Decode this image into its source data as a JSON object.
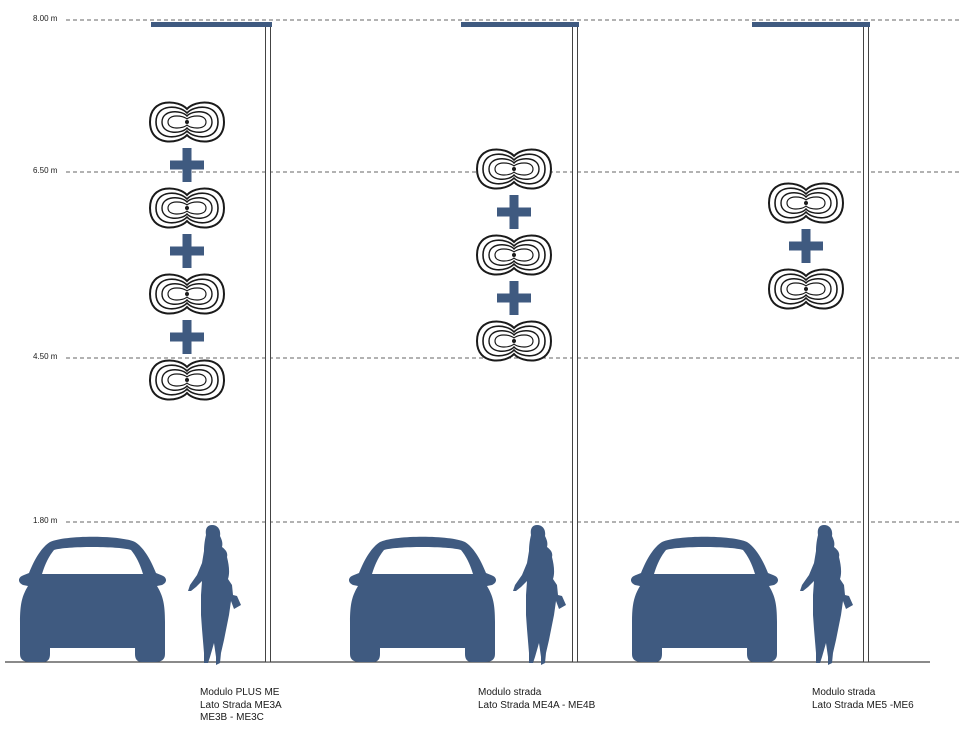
{
  "height_levels": [
    {
      "label": "8.00 m"
    },
    {
      "label": "6.50 m"
    },
    {
      "label": "4.50 m"
    },
    {
      "label": "1.80 m"
    }
  ],
  "columns": [
    {
      "modules": 4,
      "caption": [
        "Modulo PLUS ME",
        "Lato Strada ME3A",
        "ME3B - ME3C"
      ]
    },
    {
      "modules": 3,
      "caption": [
        "Modulo strada",
        "Lato Strada ME4A - ME4B"
      ]
    },
    {
      "modules": 2,
      "caption": [
        "Modulo strada",
        "Lato Strada ME5 -ME6"
      ]
    }
  ],
  "colors": {
    "silhouette": "#3f5a80",
    "guide_line": "#333333",
    "pole": "#444444",
    "module_stroke": "#1a1a1a"
  },
  "icons": {
    "module": "led-module-icon",
    "plus": "plus-icon",
    "car": "car-silhouette",
    "person": "pedestrian-silhouette"
  }
}
